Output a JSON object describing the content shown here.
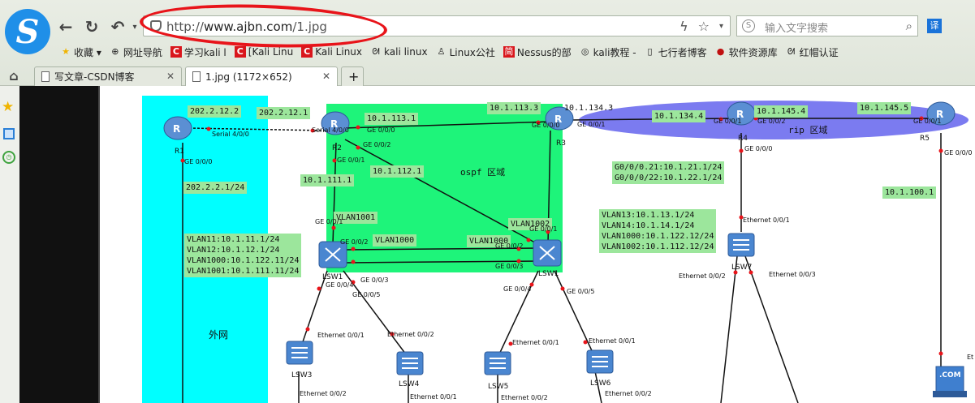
{
  "browser": {
    "url_prefix": "http://",
    "url_domain": "www.ajbn.com",
    "url_path": "/1.jpg",
    "search_placeholder": "输入文字搜索",
    "translate": "译",
    "bookmarks": [
      {
        "label": "收藏 ▾",
        "icon": "star-icon"
      },
      {
        "label": "网址导航",
        "icon": "globe-icon"
      },
      {
        "label": "学习kali l",
        "icon": "c-icon"
      },
      {
        "label": "[Kali Linu",
        "icon": "c-icon"
      },
      {
        "label": "Kali Linux",
        "icon": "c-icon"
      },
      {
        "label": "kali linux",
        "icon": "dragon-icon"
      },
      {
        "label": "Linux公社",
        "icon": "penguin-icon"
      },
      {
        "label": "Nessus的部",
        "icon": "jian-icon"
      },
      {
        "label": "kali教程 -",
        "icon": "circle-icon"
      },
      {
        "label": "七行者博客",
        "icon": "page-icon"
      },
      {
        "label": "软件资源库",
        "icon": "mushroom-icon"
      },
      {
        "label": "红帽认证",
        "icon": "dragon-icon"
      }
    ],
    "tabs": [
      {
        "label": "写文章-CSDN博客"
      },
      {
        "label": "1.jpg (1172×652)"
      }
    ]
  },
  "diagram": {
    "labels": {
      "r1_ip": "202.2.12.2",
      "r2_ip_serial": "202.2.12.1",
      "serial_r1": "Serial 4/0/0",
      "serial_r2": "Serial 4/0/0",
      "r1_name": "R1",
      "r2_name": "R2",
      "r3_name": "R3",
      "r4_name": "R4",
      "r5_name": "R5",
      "r1_ge": "GE 0/0/0",
      "r1_net": "202.2.2.1/24",
      "waiwang": "外网",
      "r2_ge000": "GE 0/0/0",
      "r2_ge002": "GE 0/0/2",
      "r2_ge001": "GE 0/0/1",
      "ip_113_1": "10.1.113.1",
      "ip_113_3": "10.1.113.3",
      "ip_112_1": "10.1.112.1",
      "ip_111_1": "10.1.111.1",
      "ospf": "ospf 区域",
      "ip_134_3": "10.1.134.3",
      "ip_134_4": "10.1.134.4",
      "ip_145_4": "10.1.145.4",
      "ip_145_5": "10.1.145.5",
      "r3_ge000": "GE 0/0/0",
      "r3_ge001": "GE 0/0/1",
      "r4_ge001": "GE 0/0/1",
      "r4_ge002": "GE 0/0/2",
      "r5_ge001": "GE 0/0/1",
      "rip": "rip 区域",
      "r4_ge000": "GE 0/0/0",
      "r5_ge000": "GE 0/0/0",
      "ip_100_1": "10.1.100.1",
      "subif": "G0/0/0.21:10.1.21.1/24\nG0/0/0/22:10.1.22.1/24",
      "vlan_lsw2": "VLAN13:10.1.13.1/24\nVLAN14:10.1.14.1/24\nVLAN1000:10.1.122.12/24\nVLAN1002:10.1.112.12/24",
      "vlan_lsw1": "VLAN11:10.1.11.1/24\nVLAN12:10.1.12.1/24\nVLAN1000:10.1.122.11/24\nVLAN1001:10.1.111.11/24",
      "vlan1001": "VLAN1001",
      "vlan1002": "VLAN1002",
      "vlan1000_a": "VLAN1000",
      "vlan1000_b": "VLAN1000",
      "lsw1_ge001": "GE 0/0/1",
      "lsw1_ge002": "GE 0/0/2",
      "lsw1_ge003": "GE 0/0/3",
      "lsw1_ge004": "GE 0/0/4",
      "lsw1_ge005": "GE 0/0/5",
      "lsw2_ge001": "GE 0/0/1",
      "lsw2_ge002": "GE 0/0/2",
      "lsw2_ge003": "GE 0/0/3",
      "lsw2_ge004": "GE 0/0/4",
      "lsw2_ge005": "GE 0/0/5",
      "lsw1_name": "LSW1",
      "lsw2_name": "LSW1",
      "lsw7_eth1": "Ethernet 0/0/1",
      "lsw7_eth2": "Ethernet 0/0/2",
      "lsw7_eth3": "Ethernet 0/0/3",
      "lsw7_name": "LSW7",
      "lsw3_eth1": "Ethernet 0/0/1",
      "lsw3_eth2": "Ethernet 0/0/2",
      "lsw3_name": "LSW3",
      "lsw4_eth2": "Ethernet 0/0/2",
      "lsw4_eth1": "Ethernet 0/0/1",
      "lsw4_name": "LSW4",
      "lsw5_eth1": "Ethernet 0/0/1",
      "lsw5_eth2": "Ethernet 0/0/2",
      "lsw5_name": "LSW5",
      "lsw6_eth1": "Ethernet 0/0/1",
      "lsw6_eth2": "Ethernet 0/0/2",
      "lsw6_name": "LSW6",
      "edge_right": "Et",
      "com": ".COM"
    }
  },
  "colors": {
    "cyan": "#00ffff",
    "green": "#1ef47a",
    "rip": "#7b7bf0",
    "annot": "#e8141a"
  }
}
